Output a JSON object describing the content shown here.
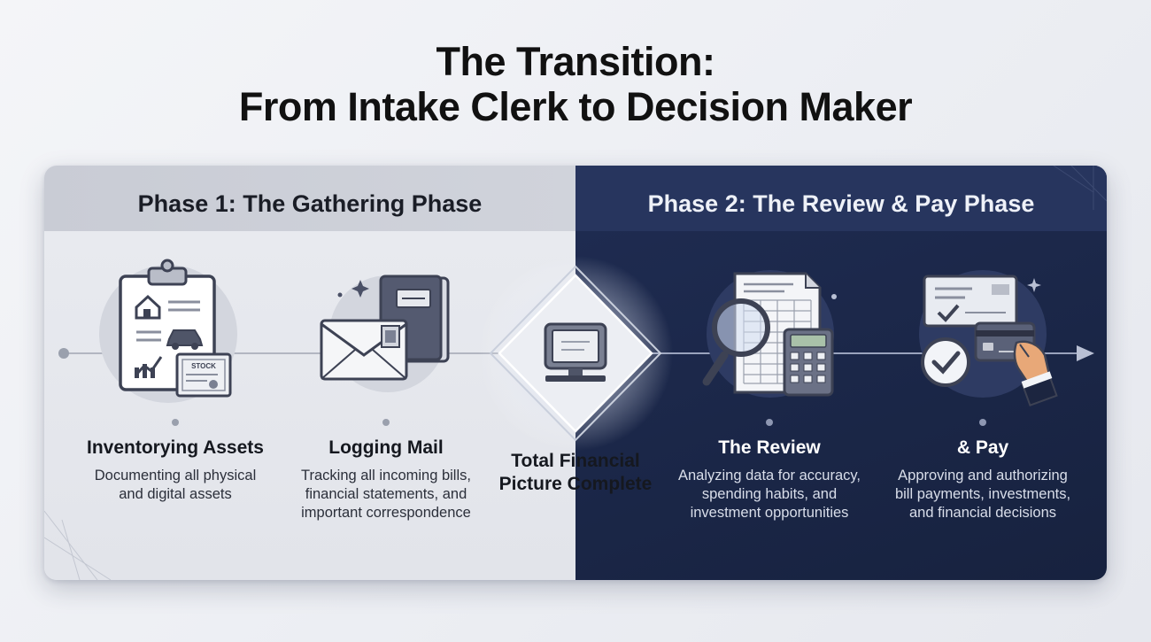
{
  "title": {
    "line1": "The Transition:",
    "line2": "From Intake Clerk to Decision Maker"
  },
  "phases": [
    {
      "title": "Phase 1: The Gathering Phase"
    },
    {
      "title": "Phase 2: The Review & Pay Phase"
    }
  ],
  "steps": [
    {
      "label": "Inventorying Assets",
      "lines": [
        "Documenting all physical",
        "and digital assets"
      ],
      "icon": "clipboard-assets-icon"
    },
    {
      "label": "Logging Mail",
      "lines": [
        "Tracking all incoming bills,",
        "financial statements, and",
        "important correspondence"
      ],
      "icon": "mail-ledger-icon"
    },
    {
      "label": "The Review",
      "lines": [
        "Analyzing data for accuracy,",
        "spending habits, and",
        "investment opportunities"
      ],
      "icon": "magnifier-spreadsheet-icon"
    },
    {
      "label": "& Pay",
      "lines": [
        "Approving and authorizing",
        "bill payments, investments,",
        "and financial decisions"
      ],
      "icon": "card-payment-icon"
    }
  ],
  "milestone": {
    "lines": [
      "Total Financial",
      "Picture Complete"
    ],
    "icon": "monitor-icon"
  },
  "icons": {
    "stock_label": "STOCK"
  },
  "colors": {
    "navy": "#1b2748",
    "light_panel": "#e6e8ed",
    "icon_gray": "#4a5066"
  }
}
